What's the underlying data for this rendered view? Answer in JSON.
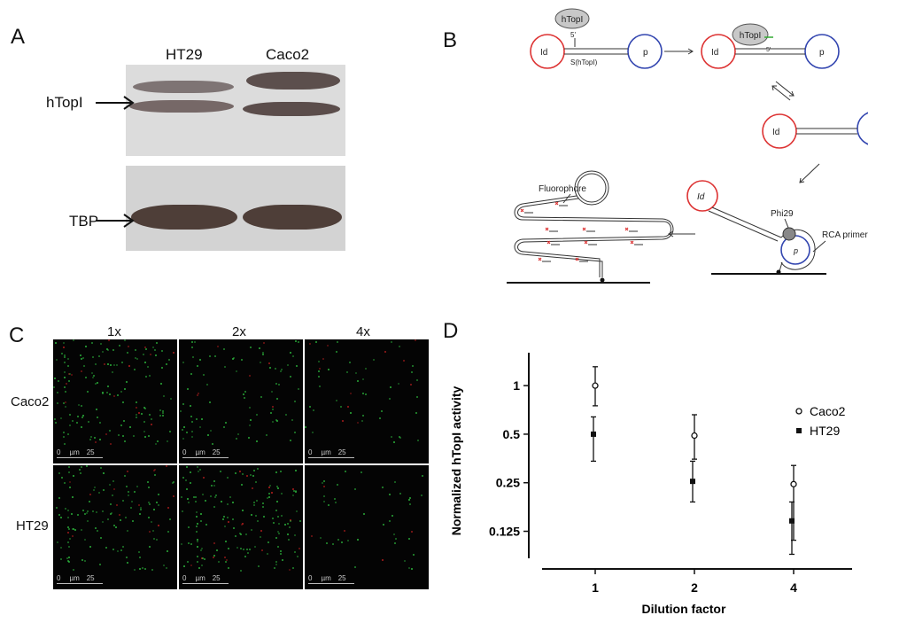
{
  "panels": {
    "a": "A",
    "b": "B",
    "c": "C",
    "d": "D"
  },
  "panel_a": {
    "columns": [
      "HT29",
      "Caco2"
    ],
    "bands": [
      "hTopI",
      "TBP"
    ]
  },
  "panel_b": {
    "enzyme": "hTopI",
    "substrate": "S(hTopI)",
    "five_prime": "5'",
    "loop_left": "Id",
    "loop_right": "p",
    "fluorophore": "Fluorophore",
    "polymerase": "Phi29",
    "primer": "RCA primer"
  },
  "panel_c": {
    "columns": [
      "1x",
      "2x",
      "4x"
    ],
    "rows": [
      "Caco2",
      "HT29"
    ],
    "scale": {
      "zero": "0",
      "unit": "µm",
      "length": "25"
    }
  },
  "chart_data": {
    "type": "scatter",
    "title": "",
    "xlabel": "Dilution factor",
    "ylabel": "Normalized hTopI activity",
    "x_categories": [
      "1",
      "2",
      "4"
    ],
    "y_scale": "log2",
    "y_ticks": [
      "1",
      "0.5",
      "0.25",
      "0.125"
    ],
    "ylim": [
      0.085,
      1.6
    ],
    "legend_position": "right",
    "series": [
      {
        "name": "Caco2",
        "marker": "open-circle",
        "values": [
          1.0,
          0.49,
          0.245
        ],
        "err_low": [
          0.75,
          0.35,
          0.11
        ],
        "err_high": [
          1.31,
          0.66,
          0.32
        ]
      },
      {
        "name": "HT29",
        "marker": "filled-square",
        "values": [
          0.5,
          0.255,
          0.145
        ],
        "err_low": [
          0.34,
          0.19,
          0.09
        ],
        "err_high": [
          0.64,
          0.34,
          0.19
        ]
      }
    ]
  }
}
